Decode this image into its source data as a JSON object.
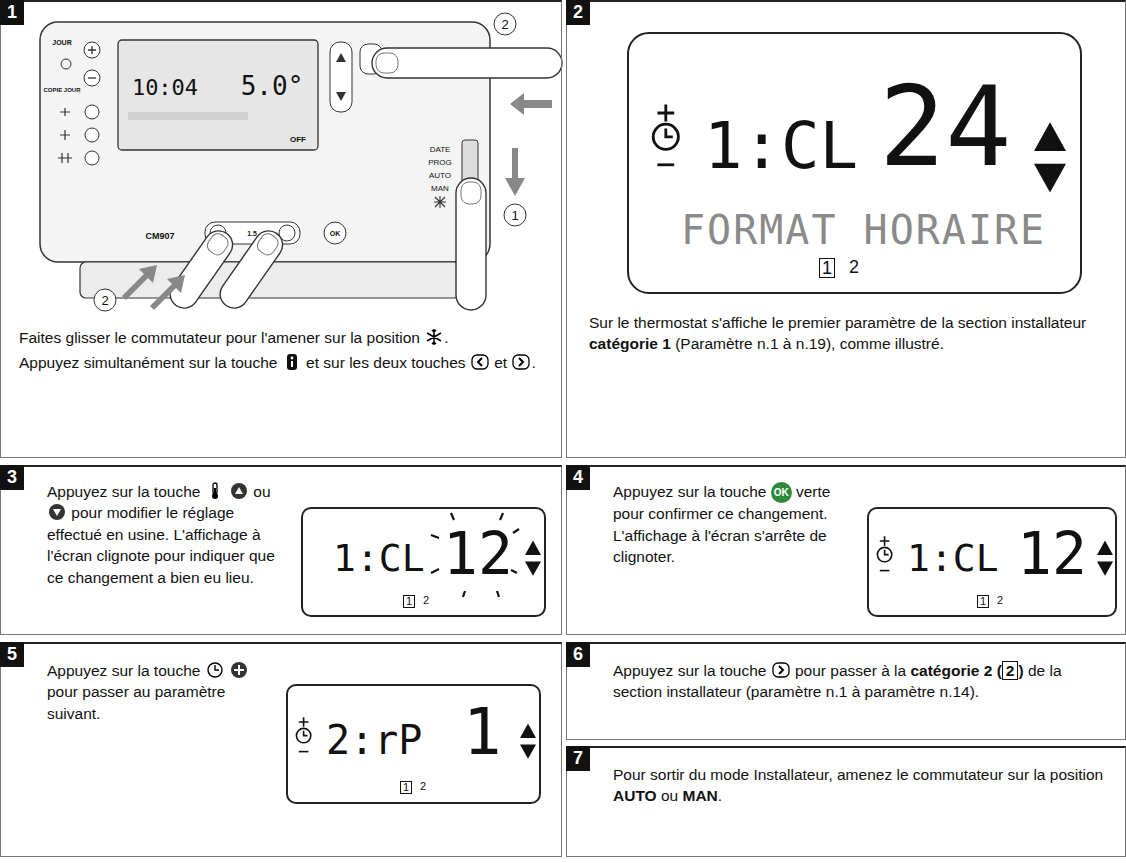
{
  "diagram": {
    "nodes": [
      {
        "text": [
          "1",
          "Faites glisser le commutateur pour l'amener sur la position",
          ".",
          "Appuyez simultanément sur la touche",
          "et sur les deux touches",
          "et",
          "."
        ]
      },
      {
        "text": [
          "2",
          "Sur le thermostat s'affiche le premier paramètre de la section installateur",
          "catégorie 1",
          "(Paramètre n.1 à n.19), comme illustré."
        ]
      },
      {
        "text": [
          "1:CL",
          "24",
          "FORMAT HORAIRE",
          "1",
          "2"
        ],
        "in": 1
      },
      {
        "text": [
          "3",
          "Appuyez sur la touche",
          "ou",
          "pour modifier le réglage effectué en usine. L'affichage à l'écran clignote pour indiquer que ce changement a bien eu lieu."
        ]
      },
      {
        "text": [
          "1:CL",
          "12",
          "1",
          "2"
        ],
        "in": 3
      },
      {
        "text": [
          "4",
          "Appuyez sur la touche",
          "OK",
          "verte pour confirmer ce changement. L'affichage à l'écran s'arrête de clignoter."
        ]
      },
      {
        "text": [
          "1:CL",
          "12",
          "1",
          "2"
        ],
        "in": 5
      },
      {
        "text": [
          "5",
          "Appuyez sur la touche",
          "pour passer au paramètre suivant."
        ]
      },
      {
        "text": [
          "2:rP",
          "1",
          "1",
          "2"
        ],
        "in": 7
      },
      {
        "text": [
          "6",
          "Appuyez sur la touche",
          "pour passer à la",
          "catégorie 2",
          "(",
          "2",
          ")",
          "de la section installateur (paramètre n.1 à paramètre n.14)."
        ]
      },
      {
        "text": [
          "7",
          "Pour sortir du mode Installateur, amenez le commutateur sur la position",
          "AUTO",
          "ou",
          "MAN",
          "."
        ]
      }
    ],
    "labels": [
      "JOUR",
      "COPIE JOUR",
      "10:04",
      "5.0°",
      "OFF",
      "CM907",
      "1.5",
      "OK",
      "DATE",
      "PROG",
      "AUTO",
      "MAN",
      "2",
      "1",
      "2"
    ]
  }
}
